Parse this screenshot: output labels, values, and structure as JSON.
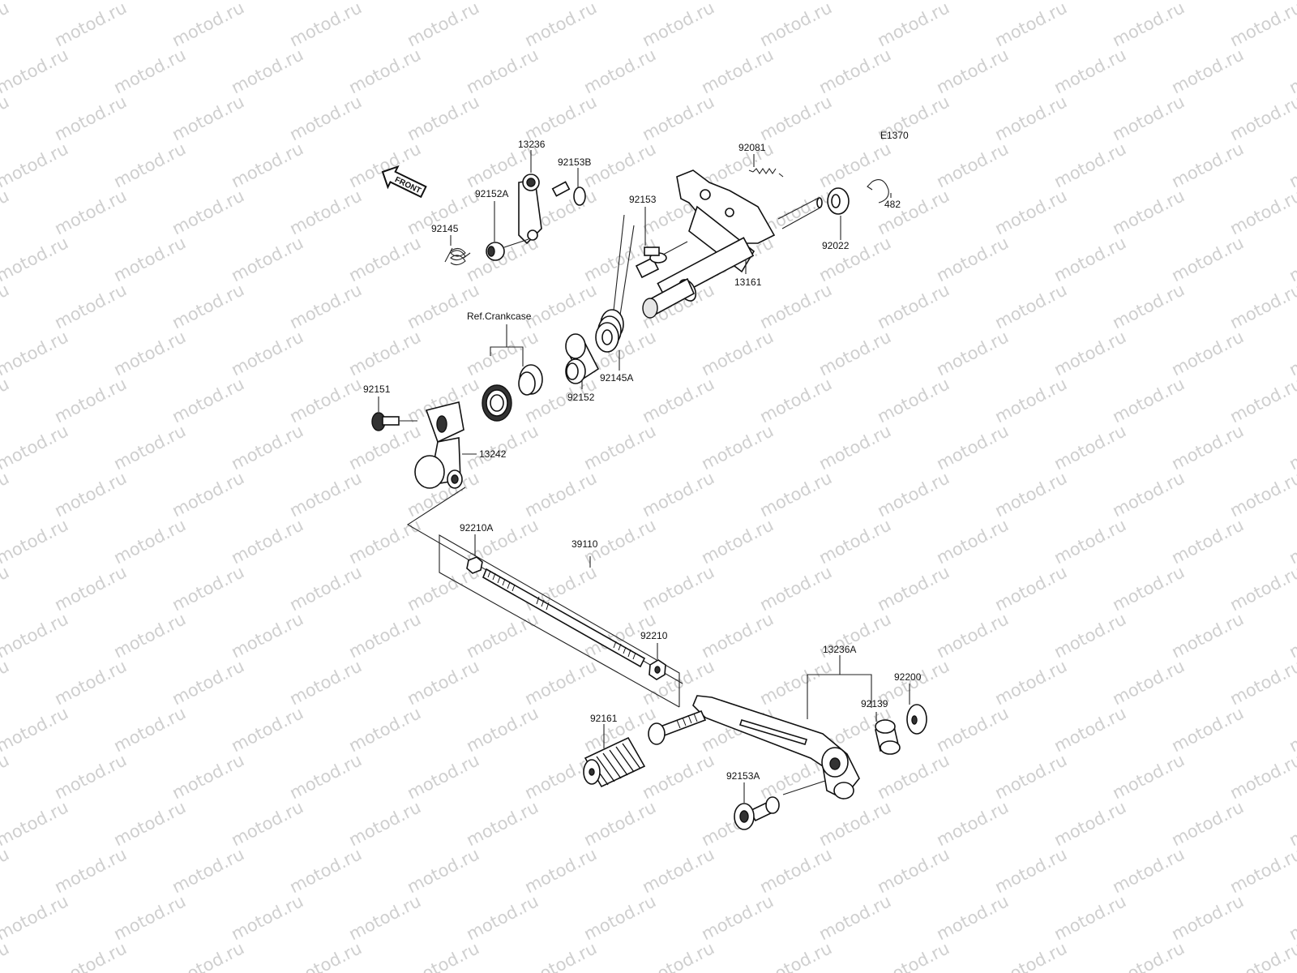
{
  "diagram_code": "E1370",
  "front_label": "FRONT",
  "ref_crankcase": "Ref.Crankcase",
  "watermark": "motod.ru",
  "parts": {
    "p13236": "13236",
    "p92153B": "92153B",
    "p92145": "92145",
    "p92152A": "92152A",
    "p92081": "92081",
    "p482": "482",
    "p92022": "92022",
    "p92153": "92153",
    "p13161": "13161",
    "p92152": "92152",
    "p92145A": "92145A",
    "p92151": "92151",
    "p13242": "13242",
    "p92210A": "92210A",
    "p39110": "39110",
    "p92210": "92210",
    "p13236A": "13236A",
    "p92200": "92200",
    "p92139": "92139",
    "p92161": "92161",
    "p92153A": "92153A"
  }
}
